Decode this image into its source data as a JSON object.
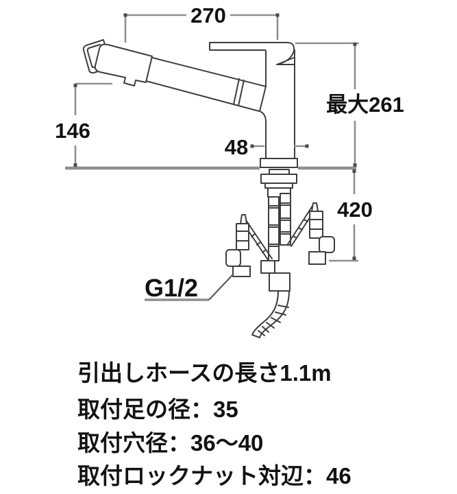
{
  "diagram": {
    "type": "faucet-installation-dimension-drawing",
    "dimensions": {
      "spout_reach": "270",
      "spout_height": "146",
      "body_width": "48",
      "max_height": "最大261",
      "under_counter_length": "420",
      "thread_label": "G1/2"
    },
    "notes": [
      "引出しホースの長さ1.1m",
      "取付足の径：35",
      "取付穴径：36～40",
      "取付ロックナット対辺：46"
    ],
    "colors": {
      "background": "#ffffff",
      "outline": "#3d3d3d",
      "dimension_line": "#8f8f8f",
      "text": "#121212"
    }
  }
}
